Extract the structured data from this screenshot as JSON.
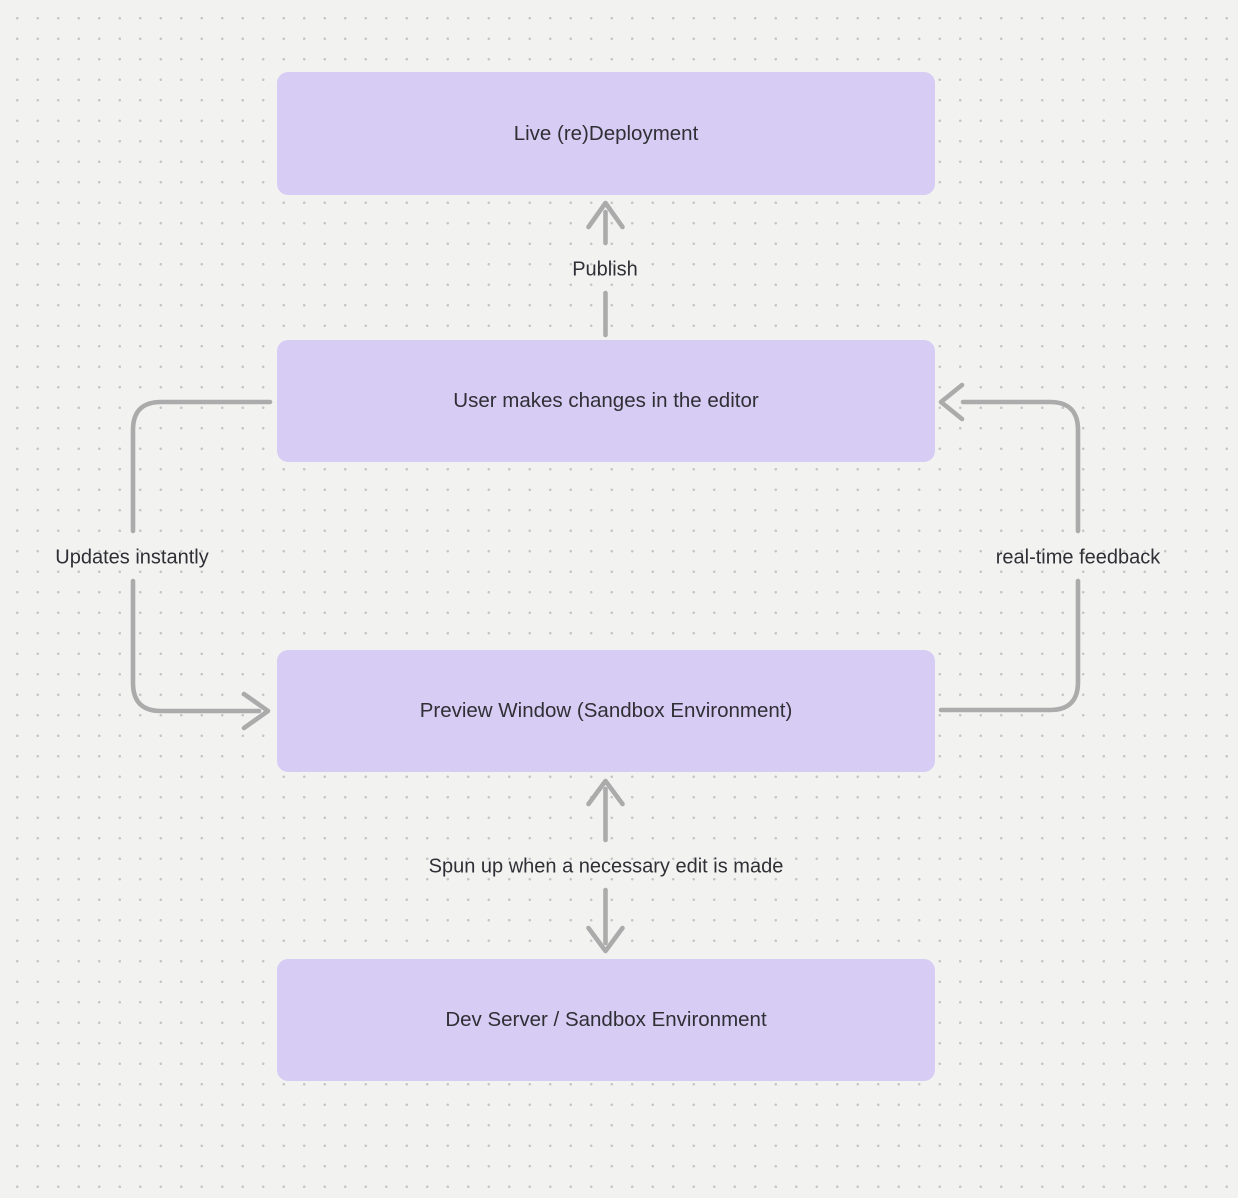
{
  "diagram": {
    "nodes": [
      {
        "id": "live-deployment",
        "label": "Live (re)Deployment"
      },
      {
        "id": "user-editor",
        "label": "User makes changes in the editor"
      },
      {
        "id": "preview-window",
        "label": "Preview Window (Sandbox Environment)"
      },
      {
        "id": "dev-server",
        "label": "Dev Server / Sandbox Environment"
      }
    ],
    "edges": [
      {
        "from": "user-editor",
        "to": "live-deployment",
        "label": "Publish",
        "direction": "up"
      },
      {
        "from": "user-editor",
        "to": "preview-window",
        "label": "Updates instantly",
        "direction": "left-loop"
      },
      {
        "from": "preview-window",
        "to": "user-editor",
        "label": "real-time feedback",
        "direction": "right-loop"
      },
      {
        "from": "preview-window",
        "to": "dev-server",
        "label": "Spun up when a necessary edit is made",
        "direction": "bidirectional"
      }
    ],
    "colors": {
      "node_fill": "#d7cdf4",
      "canvas_background": "#f2f2f1",
      "dot_grid": "#c5c5c5",
      "arrow": "#ababab",
      "text": "#2f2f35"
    }
  }
}
